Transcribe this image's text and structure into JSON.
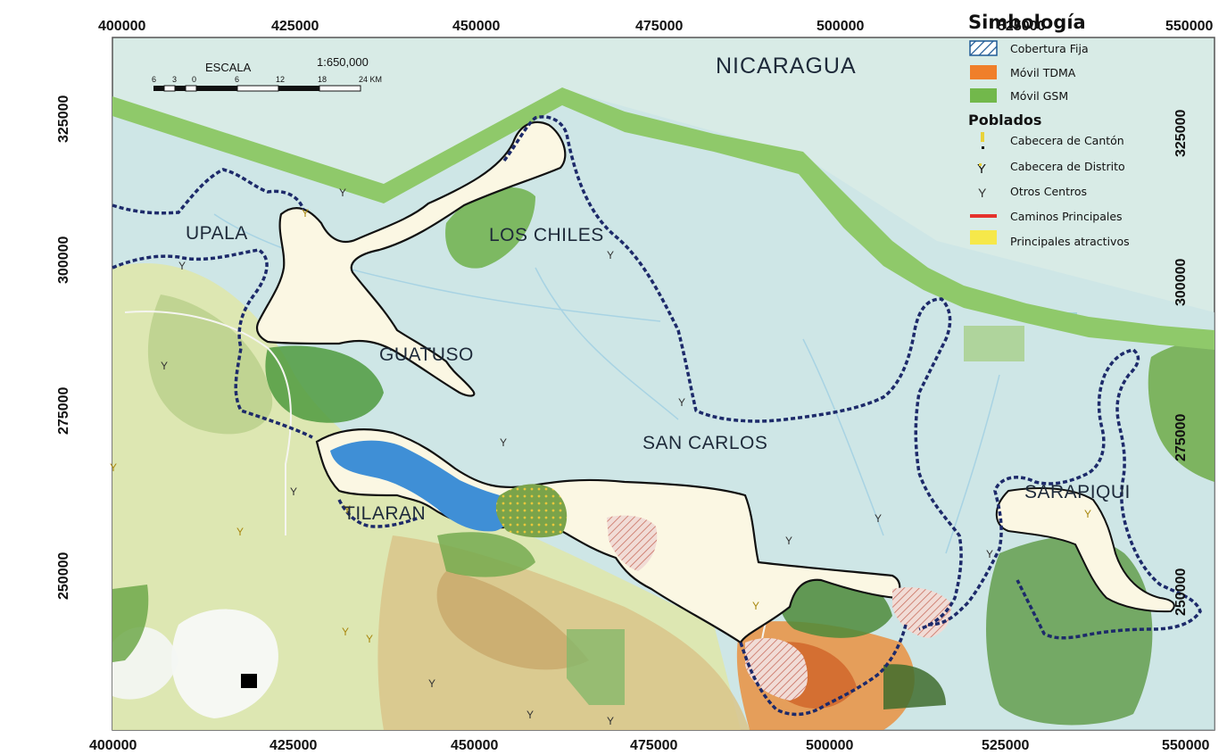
{
  "map": {
    "country_label": "NICARAGUA",
    "places": {
      "upala": "UPALA",
      "los_chiles": "LOS CHILES",
      "guatuso": "GUATUSO",
      "san_carlos": "SAN CARLOS",
      "tilaran": "TILARAN",
      "sarapiqui": "SARAPIQUI"
    },
    "scale": {
      "label": "ESCALA",
      "ratio": "1:650,000",
      "ticks": [
        "6",
        "3",
        "0",
        "6",
        "12",
        "18",
        "24 KM"
      ]
    },
    "coords_x_top": [
      "400000",
      "425000",
      "450000",
      "475000",
      "500000",
      "525000",
      "550000"
    ],
    "coords_x_bottom": [
      "400000",
      "425000",
      "450000",
      "475000",
      "500000",
      "525000",
      "550000"
    ],
    "coords_y_left": [
      "325000",
      "300000",
      "275000",
      "250000"
    ],
    "coords_y_right": [
      "325000",
      "300000",
      "275000",
      "250000"
    ]
  },
  "legend": {
    "title": "Simbología",
    "coverage": [
      {
        "label": "Cobertura Fija",
        "symbol": "hatch-icon",
        "color": "#1f5a96"
      },
      {
        "label": "Móvil TDMA",
        "symbol": "swatch",
        "color": "#f07f2a"
      },
      {
        "label": "Móvil GSM",
        "symbol": "swatch",
        "color": "#72b84b"
      }
    ],
    "poblados_title": "Poblados",
    "poblados": [
      {
        "label": "Cabecera de Cantón",
        "symbol": "canton-marker-icon",
        "color": "#e8d23a"
      },
      {
        "label": "Cabecera de Distrito",
        "symbol": "district-marker-icon",
        "color": "#c9a41c"
      },
      {
        "label": "Otros Centros",
        "symbol": "center-marker-icon",
        "color": "#333333"
      },
      {
        "label": "Caminos Principales",
        "symbol": "road-line-icon",
        "color": "#e5322d"
      },
      {
        "label": "Principales atractivos",
        "symbol": "swatch",
        "color": "#f6e84a"
      }
    ]
  }
}
